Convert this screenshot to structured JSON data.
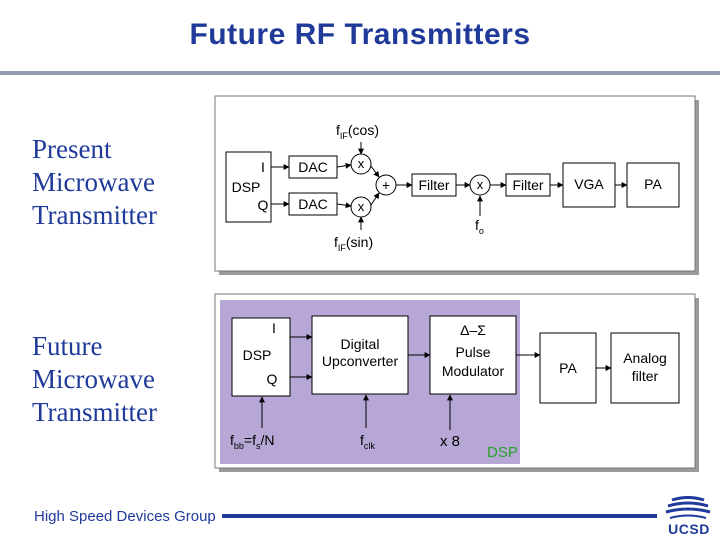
{
  "title": "Future RF Transmitters",
  "left_labels": {
    "present": [
      "Present",
      "Microwave",
      "Transmitter"
    ],
    "future": [
      "Future",
      "Microwave",
      "Transmitter"
    ]
  },
  "present_diagram": {
    "dsp_i": "I",
    "dsp": "DSP",
    "dsp_q": "Q",
    "dac_top": "DAC",
    "dac_bottom": "DAC",
    "mixer_top": "x",
    "mixer_bottom": "x",
    "summer": "+",
    "fif_cos_main": "f",
    "fif_cos_sub": "IF",
    "fif_cos_suffix": "(cos)",
    "fif_sin_main": "f",
    "fif_sin_sub": "IF",
    "fif_sin_suffix": "(sin)",
    "filter1": "Filter",
    "mixer_rf": "x",
    "filter2": "Filter",
    "fo_main": "f",
    "fo_sub": "o",
    "vga": "VGA",
    "pa": "PA"
  },
  "future_diagram": {
    "dsp_i": "I",
    "dsp": "DSP",
    "dsp_q": "Q",
    "fbb_text": "f",
    "fbb_sub": "bb",
    "fbb_mid": "=f",
    "fs_sub": "s",
    "fbb_end": "/N",
    "digital_line1": "Digital",
    "digital_line2": "Upconverter",
    "fclk_main": "f",
    "fclk_sub": "clk",
    "delta_sigma": "Δ–Σ",
    "pulse": "Pulse",
    "modulator": "Modulator",
    "x8": "x 8",
    "dsp_region_label": "DSP",
    "pa": "PA",
    "analog_line1": "Analog",
    "analog_line2": "filter"
  },
  "footer": "High Speed Devices Group",
  "logo": "UCSD",
  "colors": {
    "title_blue": "#1f3a99",
    "dsp_fill": "#b7a7d6",
    "dsp_label": "#2aa32a",
    "frame_shadow": "#9a9a9a"
  }
}
